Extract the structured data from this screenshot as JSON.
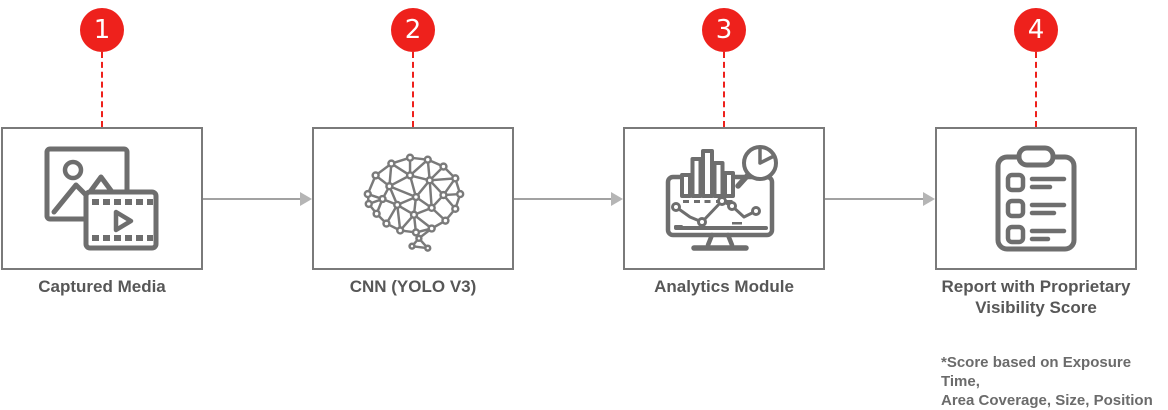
{
  "steps": [
    {
      "number": "1",
      "label": "Captured Media",
      "icon": "captured-media-icon"
    },
    {
      "number": "2",
      "label": "CNN (YOLO V3)",
      "icon": "brain-network-icon"
    },
    {
      "number": "3",
      "label": "Analytics Module",
      "icon": "analytics-monitor-icon"
    },
    {
      "number": "4",
      "label": "Report with Proprietary Visibility Score",
      "icon": "report-checklist-icon"
    }
  ],
  "footnote": {
    "line1": "*Score based on Exposure Time,",
    "line2": "Area Coverage, Size, Position"
  },
  "colors": {
    "accent_red": "#ee211c",
    "box_border": "#7a7a7a",
    "icon_gray": "#6e6e6e",
    "label_text": "#575757",
    "arrow_gray": "#a2a2a2",
    "footnote_text": "#6b6b6b"
  }
}
